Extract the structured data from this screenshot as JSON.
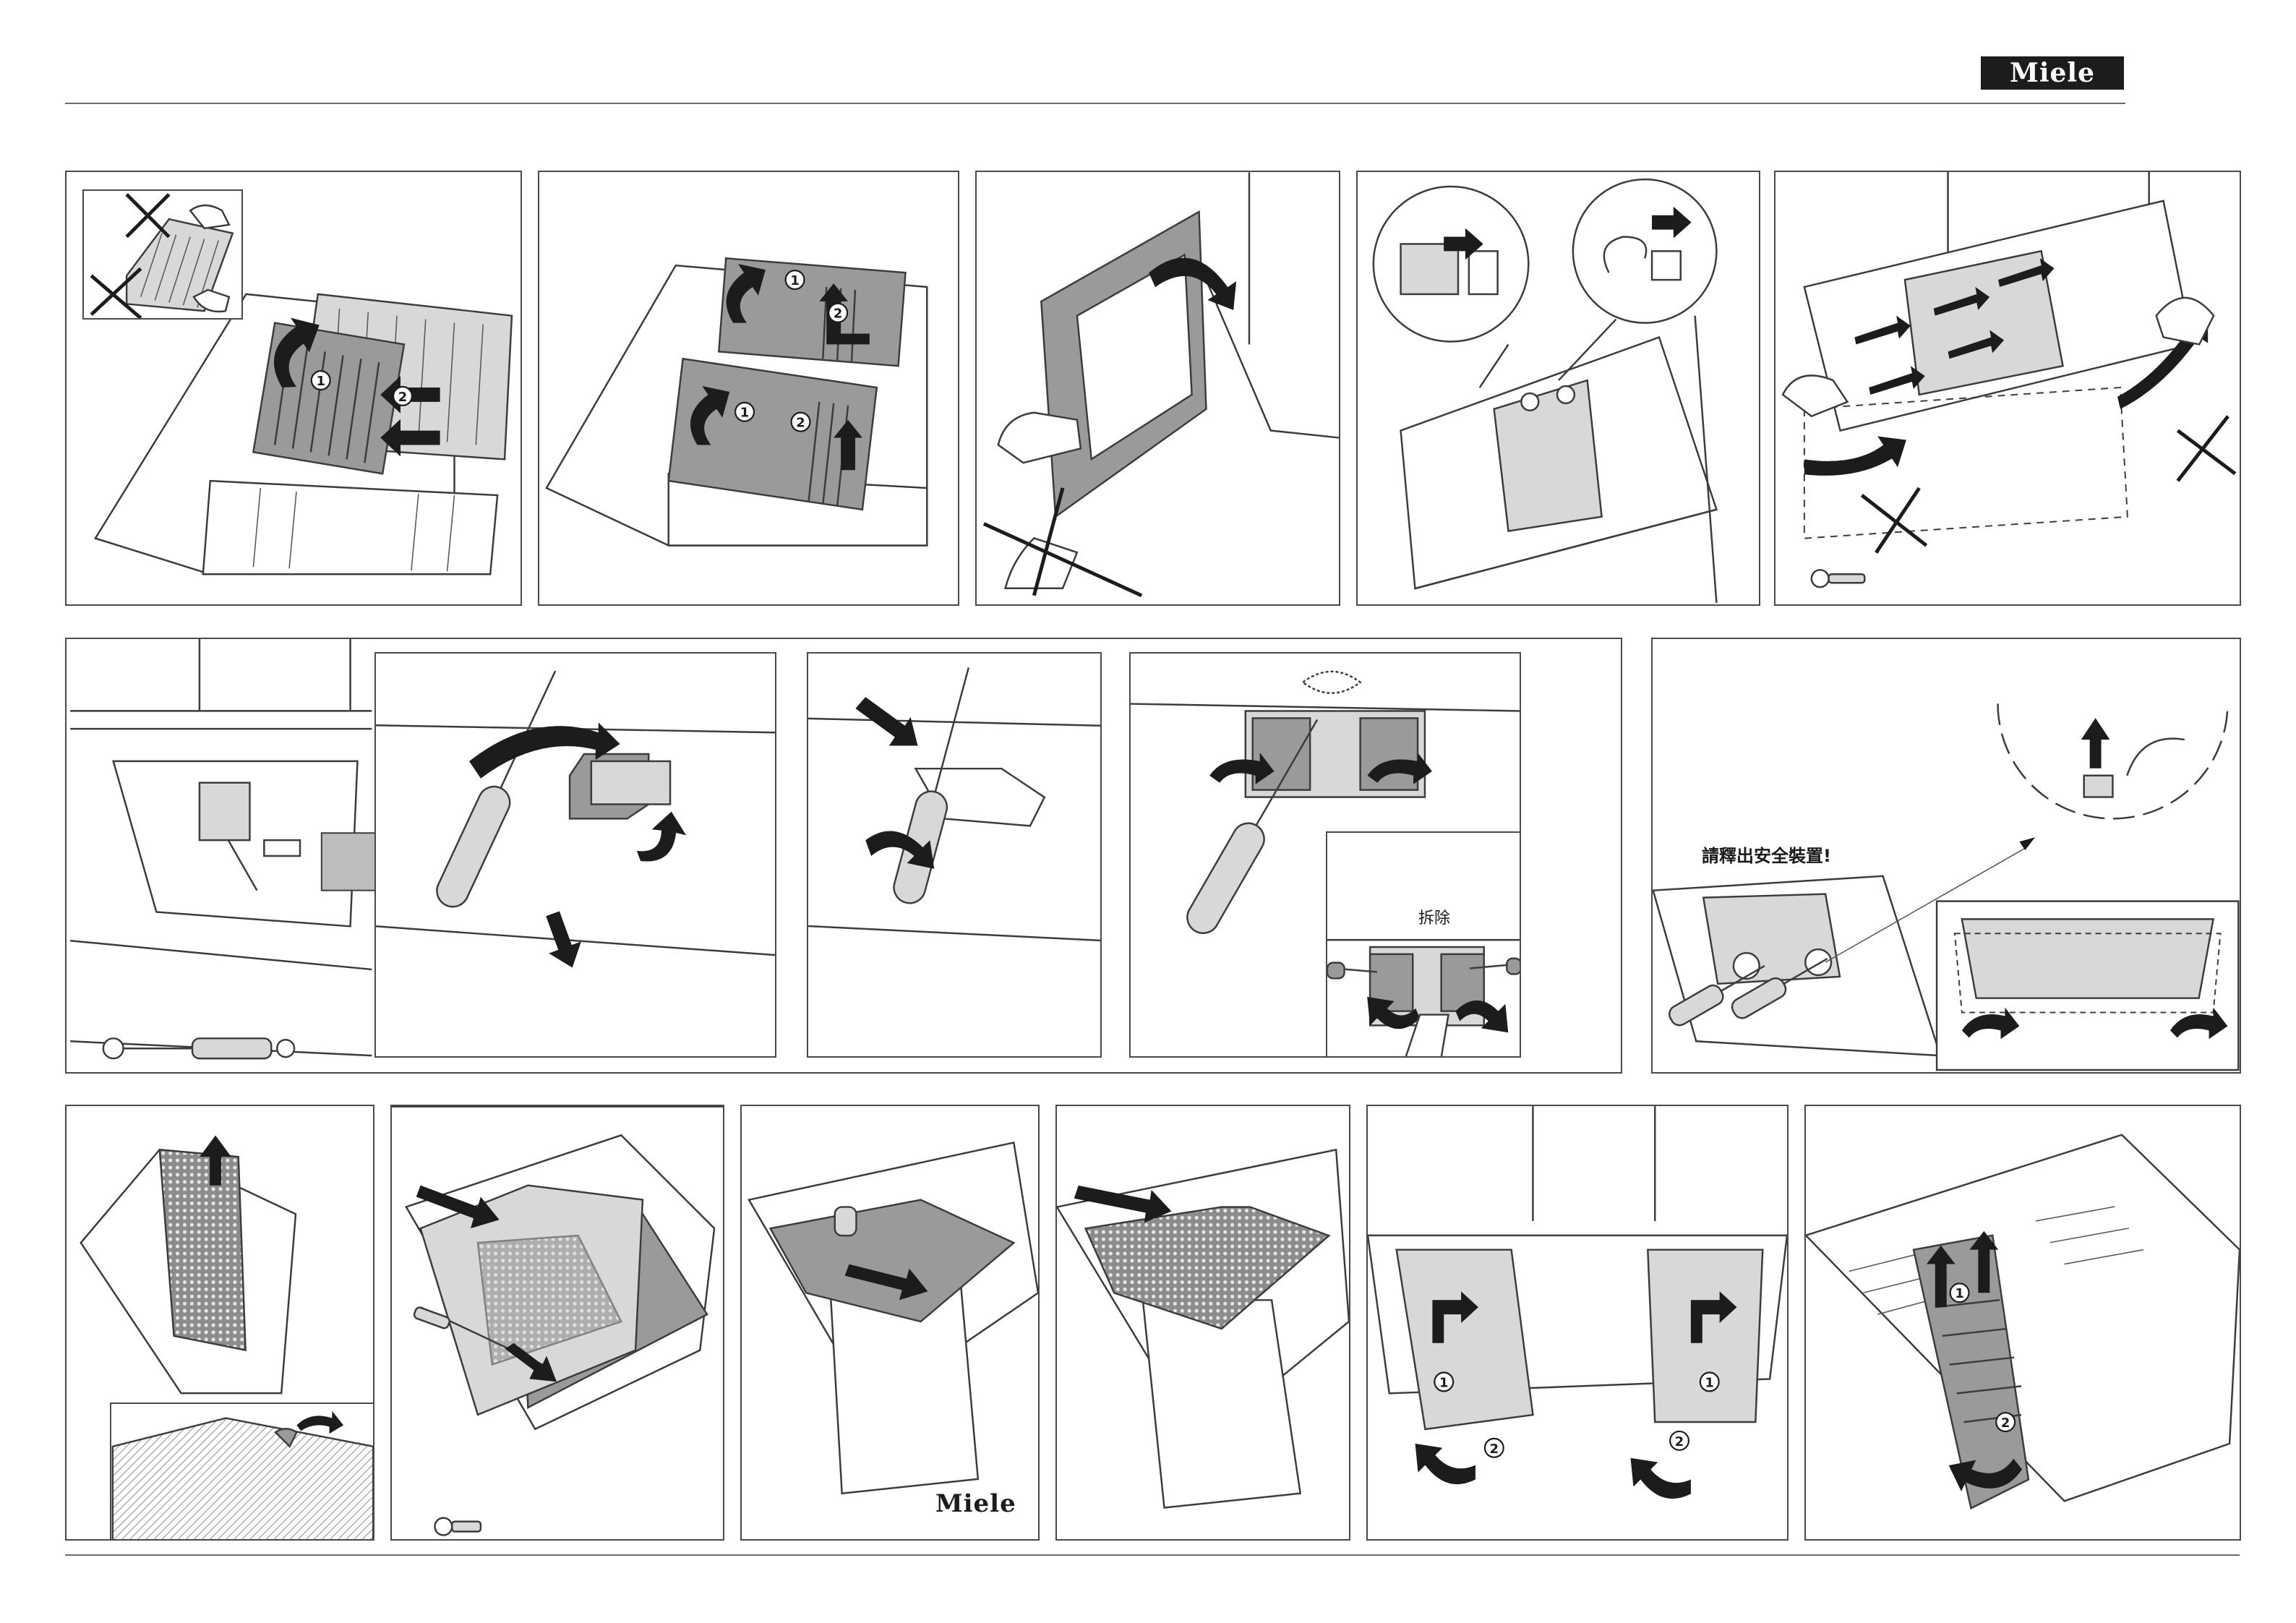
{
  "brand": {
    "logo_text": "Miele",
    "footer_logo_text": "Miele"
  },
  "labels": {
    "release_safety_device": "請釋出安全裝置!",
    "remove": "拆除"
  },
  "step_numbers": [
    "1",
    "2"
  ],
  "colors": {
    "line": "#3c3c3c",
    "fill_grey": "#9a9a9a",
    "fill_light": "#d8d8d8",
    "arrow": "#1c1c1c"
  },
  "icons": [
    "rotate-arrow",
    "push-arrow",
    "screw",
    "gas-spring",
    "prohibited-cross",
    "hand"
  ]
}
